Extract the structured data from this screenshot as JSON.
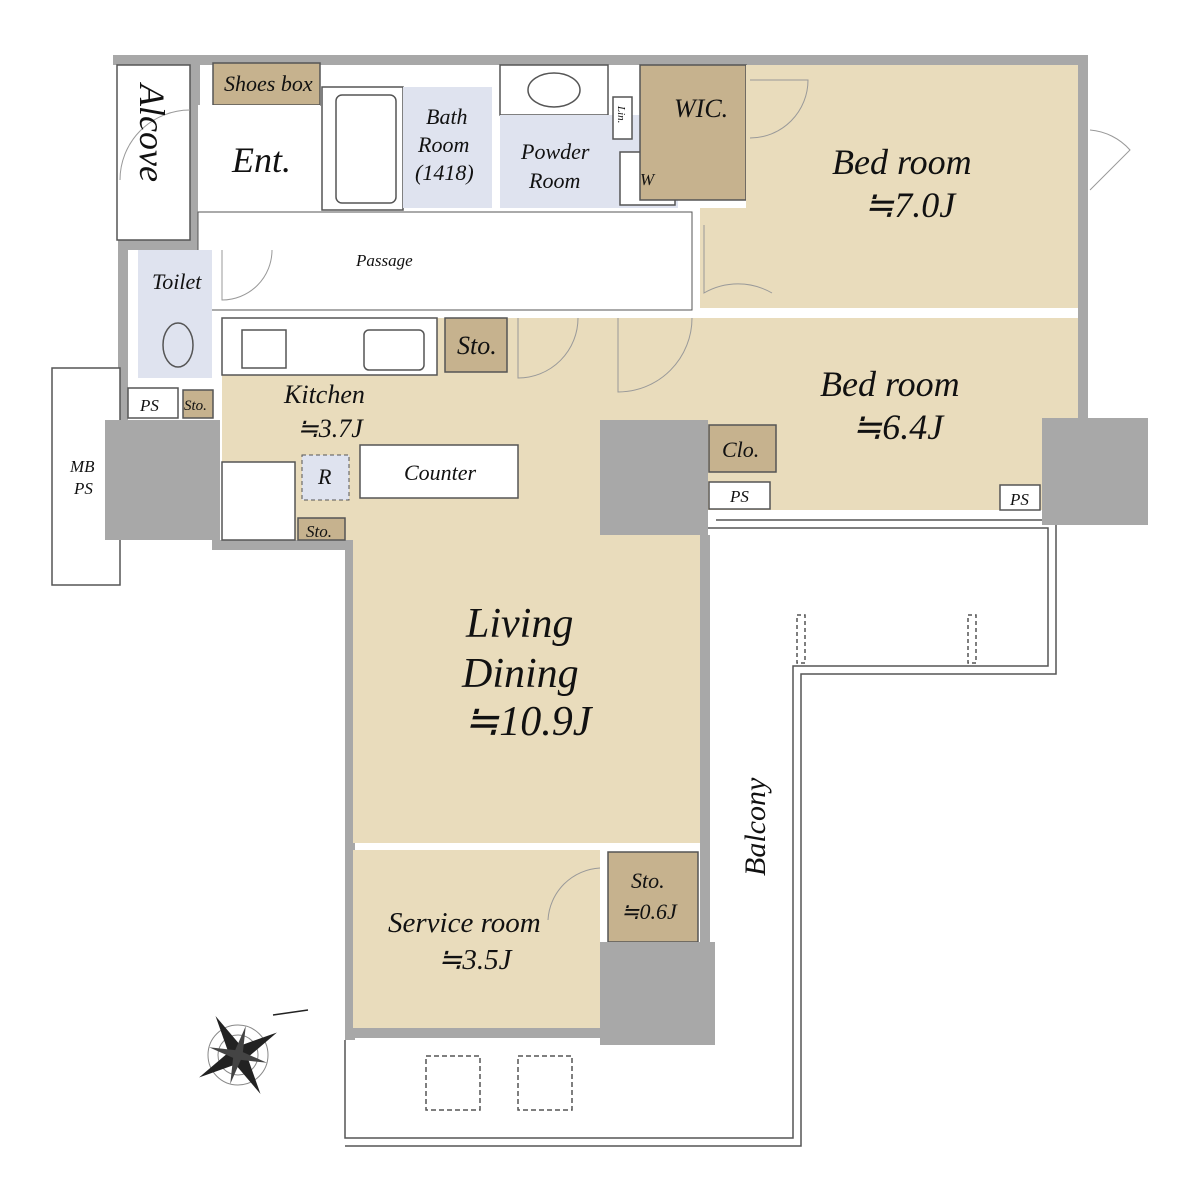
{
  "rooms": {
    "alcove": "Alcove",
    "shoes_box": "Shoes box",
    "entrance": "Ent.",
    "bath": {
      "line1": "Bath",
      "line2": "Room",
      "line3": "(1418)"
    },
    "powder": {
      "line1": "Powder",
      "line2": "Room"
    },
    "linen": "Lin.",
    "washer": "W",
    "wic": "WIC.",
    "bedroom1": {
      "name": "Bed room",
      "size": "≒7.0J"
    },
    "passage": "Passage",
    "toilet": "Toilet",
    "toilet_sto": "Sto.",
    "toilet_ps": "PS",
    "kitchen_sto": "Sto.",
    "kitchen": {
      "name": "Kitchen",
      "size": "≒3.7J"
    },
    "mb_ps": {
      "line1": "MB",
      "line2": "PS"
    },
    "refrigerator": "R",
    "counter": "Counter",
    "kitchen_sto2": "Sto.",
    "bedroom2": {
      "name": "Bed room",
      "size": "≒6.4J"
    },
    "closet": "Clo.",
    "closet_ps": "PS",
    "bedroom2_ps": "PS",
    "living": {
      "line1": "Living",
      "line2": "Dining",
      "size": "≒10.9J"
    },
    "balcony": "Balcony",
    "service": {
      "name": "Service room",
      "size": "≒3.5J"
    },
    "service_sto": {
      "name": "Sto.",
      "size": "≒0.6J"
    }
  },
  "colors": {
    "room": "#e9dcbc",
    "storage": "#c6b28e",
    "wet": "#dfe3ef",
    "wall": "#a8a8a8"
  }
}
